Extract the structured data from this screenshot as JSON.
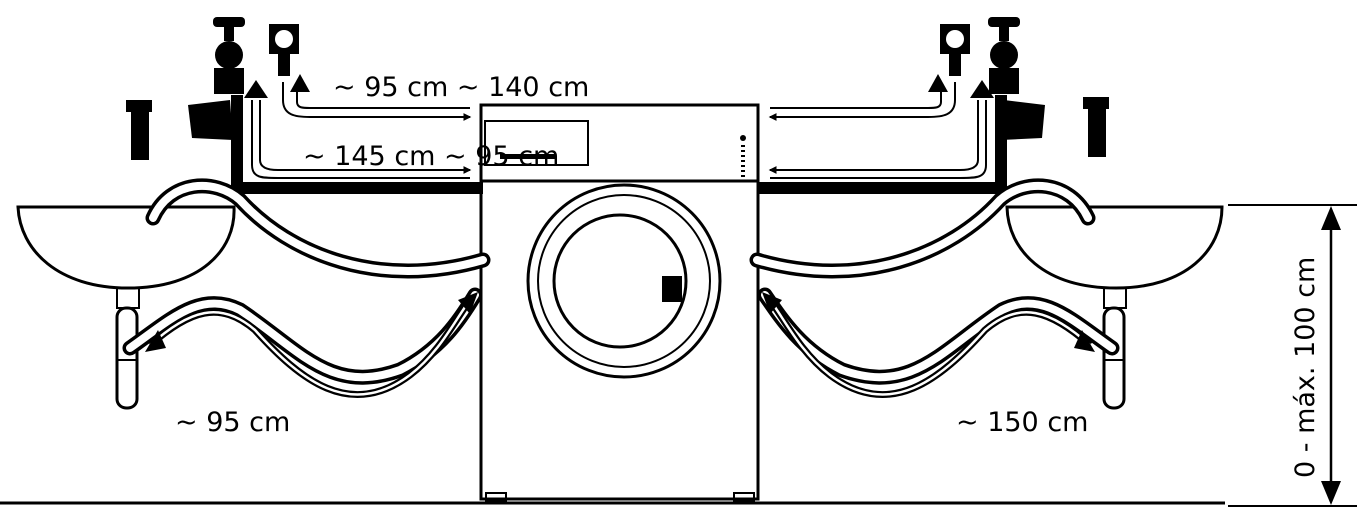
{
  "labels": {
    "drain_height": "~ 95 cm ~ 140 cm",
    "inlet_length": "~ 145 cm ~ 95 cm",
    "drain_left": "~ 95 cm",
    "drain_right": "~ 150 cm",
    "height_range": "0 - máx. 100 cm"
  },
  "colors": {
    "stroke": "#000000",
    "background": "#ffffff"
  }
}
